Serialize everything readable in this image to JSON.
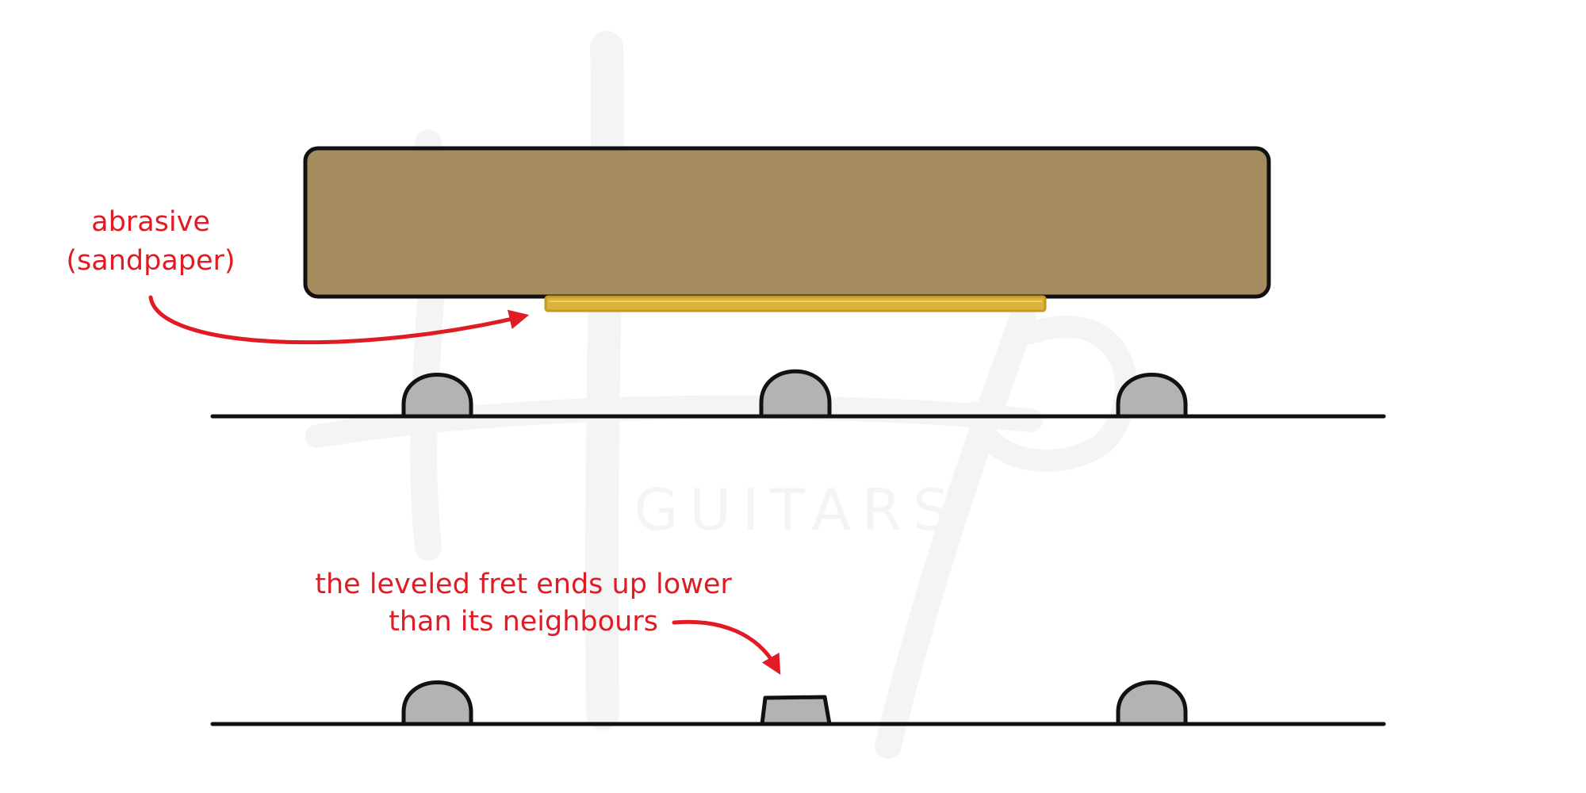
{
  "colors": {
    "background": "#ffffff",
    "outline": "#111111",
    "block_fill": "#a48c5e",
    "sandpaper_fill": "#dcb23a",
    "sandpaper_edge": "#c59a22",
    "fret_fill": "#b3b3b3",
    "annotation": "#e01b24",
    "watermark": "#f4f4f4"
  },
  "labels": {
    "abrasive_line1": "abrasive",
    "abrasive_line2": "(sandpaper)",
    "result_line1": "the leveled fret ends up lower",
    "result_line2": "than its neighbours"
  },
  "watermark": {
    "text": "GUITARS"
  },
  "icons": {
    "block": "leveling-beam",
    "fret": "fret-crown",
    "arrow": "curved-arrow"
  }
}
